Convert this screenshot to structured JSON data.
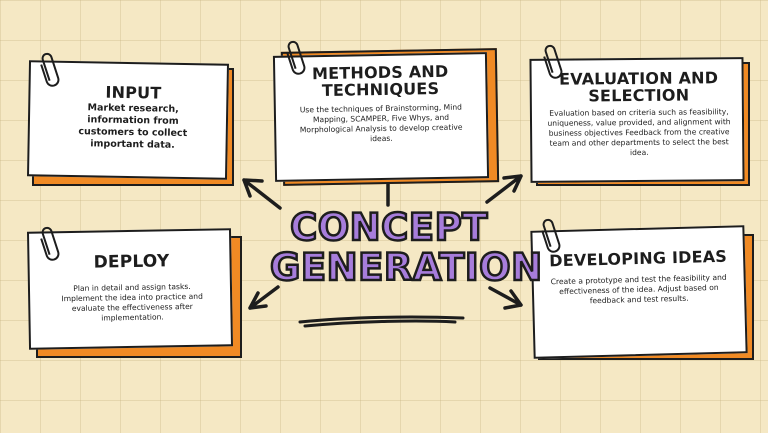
{
  "title": {
    "line1": "CONCEPT",
    "line2": "GENERATION"
  },
  "cards": {
    "input": {
      "title": "INPUT",
      "body": "Market research, information from customers to collect important data."
    },
    "methods": {
      "title": "METHODS AND TECHNIQUES",
      "body": "Use the techniques of Brainstorming, Mind Mapping, SCAMPER, Five Whys, and Morphological Analysis to develop creative ideas."
    },
    "evaluation": {
      "title": "EVALUATION AND SELECTION",
      "body": "Evaluation based on criteria such as feasibility, uniqueness, value provided, and alignment with business objectives Feedback from the creative team and other departments to select the best idea."
    },
    "deploy": {
      "title": "DEPLOY",
      "body": "Plan in detail and assign tasks. Implement the idea into practice and evaluate the effectiveness after implementation."
    },
    "developing": {
      "title": "DEVELOPING IDEAS",
      "body": "Create a prototype and test the feasibility and effectiveness of the idea. Adjust based on feedback and test results."
    }
  },
  "colors": {
    "background": "#f5e8c4",
    "card_shadow": "#f08a24",
    "title_fill": "#a77ddb",
    "ink": "#1d1d1d"
  },
  "icons": [
    "paperclip-icon",
    "arrow-icon"
  ]
}
